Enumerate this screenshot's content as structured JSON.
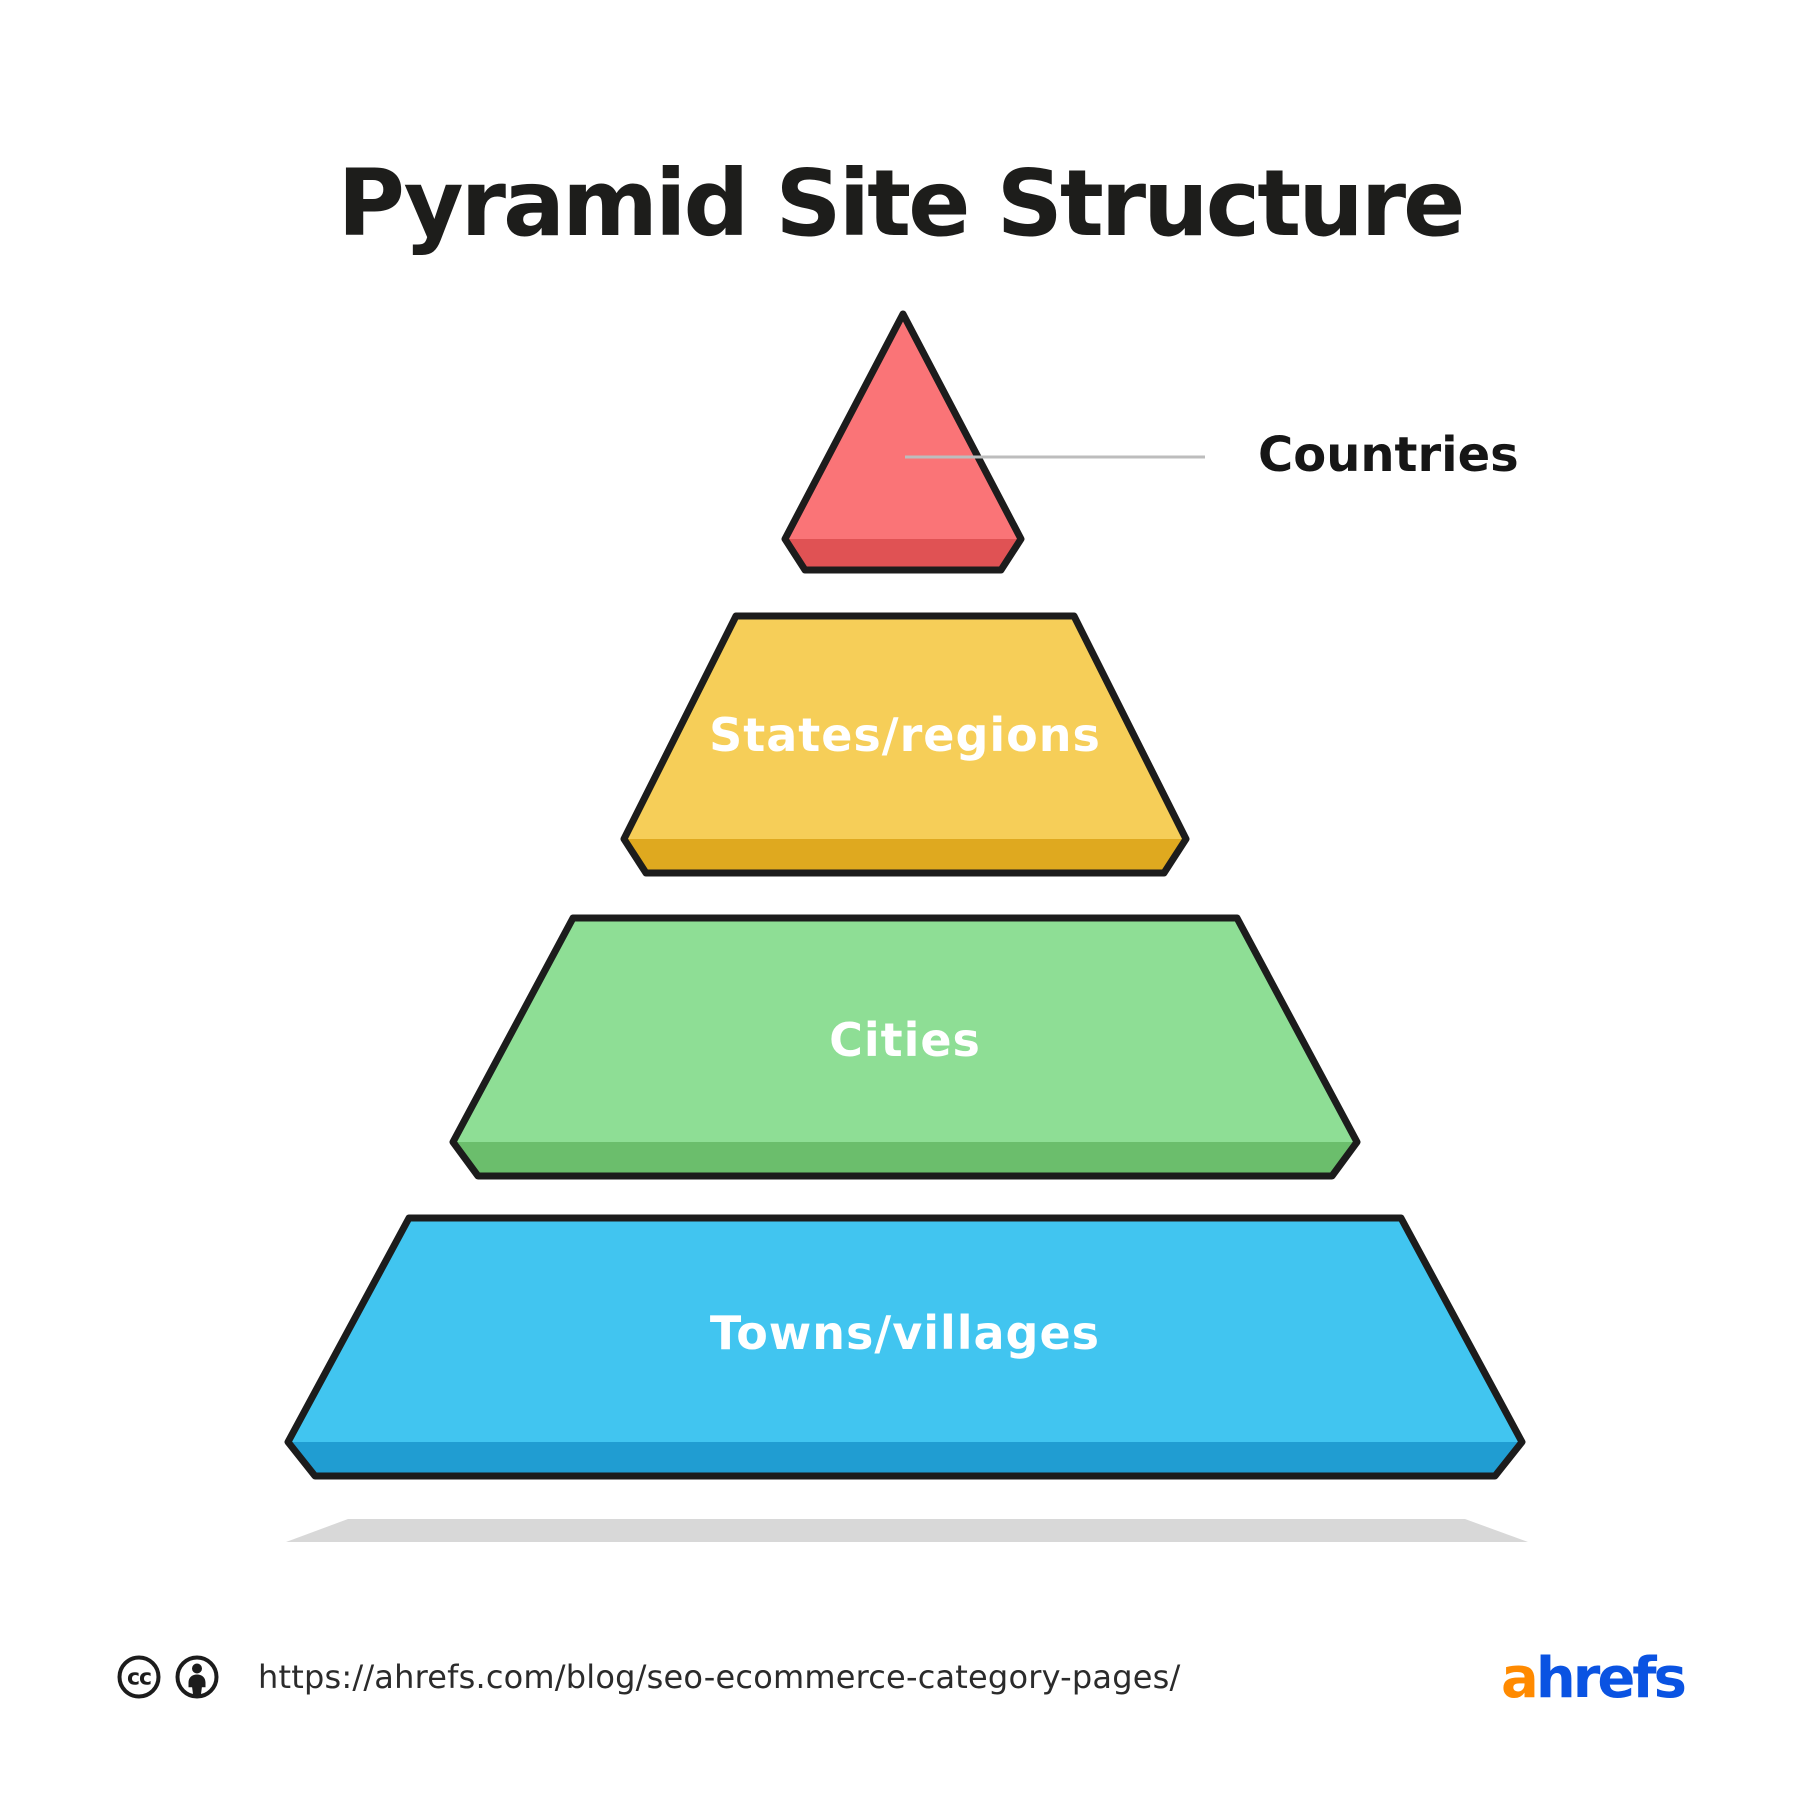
{
  "title": "Pyramid Site Structure",
  "pyramid": {
    "levels": [
      {
        "name": "countries",
        "label": "Countries",
        "face_color": "#FA7477",
        "bevel_color": "#E05254",
        "label_placement": "external-callout-right"
      },
      {
        "name": "states-regions",
        "label": "States/regions",
        "face_color": "#F6CE58",
        "bevel_color": "#DFA91F",
        "label_placement": "on-shape"
      },
      {
        "name": "cities",
        "label": "Cities",
        "face_color": "#8EDE95",
        "bevel_color": "#6BBE6C",
        "label_placement": "on-shape"
      },
      {
        "name": "towns-villages",
        "label": "Towns/villages",
        "face_color": "#41C5F0",
        "bevel_color": "#209DD2",
        "label_placement": "on-shape"
      }
    ]
  },
  "colors": {
    "background": "#FFFFFF",
    "outline": "#1C1C1C",
    "shadow": "#D8D8D8",
    "callout_line": "#BDBDBD",
    "title_text": "#1D1D1B",
    "level_label_text": "#FFFFFF",
    "url_text": "#2B2B2B"
  },
  "footer": {
    "license_icons": [
      "cc-icon",
      "attribution-icon"
    ],
    "url": "https://ahrefs.com/blog/seo-ecommerce-category-pages/",
    "logo": {
      "text_orange": "a",
      "text_blue": "hrefs",
      "orange_color": "#FF8A00",
      "blue_color": "#0A53E2"
    }
  }
}
